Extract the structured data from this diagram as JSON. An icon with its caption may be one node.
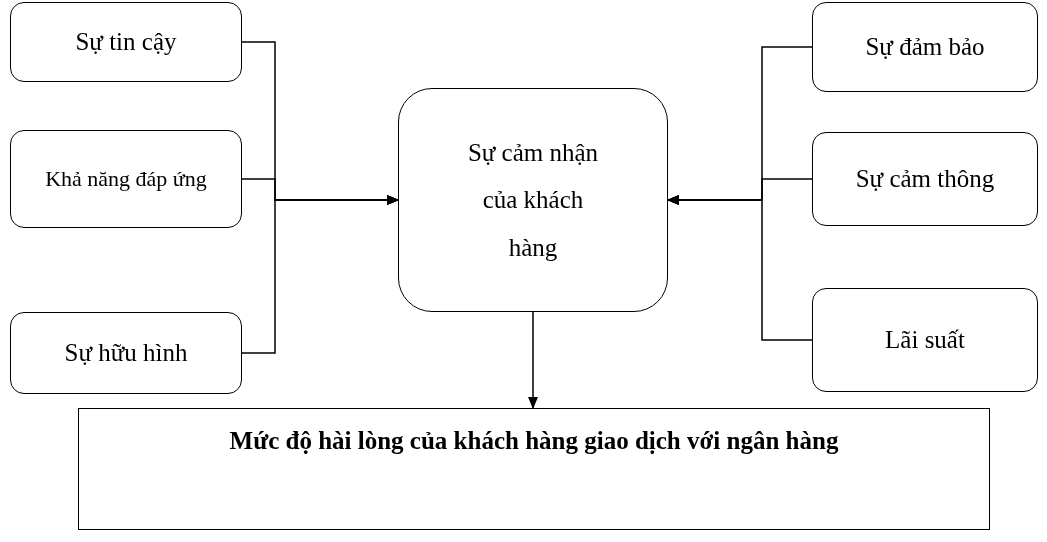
{
  "diagram": {
    "nodes": [
      {
        "text": [
          "Sự tin cậy"
        ]
      },
      {
        "text": [
          "Khả năng đáp ứng"
        ]
      },
      {
        "text": [
          "Sự hữu hình"
        ]
      },
      {
        "text": [
          "Sự cảm nhận của khách hàng"
        ]
      },
      {
        "text": [
          "Sự đảm bảo"
        ]
      },
      {
        "text": [
          "Sự cảm thông"
        ]
      },
      {
        "text": [
          "Lãi suất"
        ]
      },
      {
        "text": [
          "Mức độ hài lòng của khách hàng giao dịch với ngân hàng"
        ]
      }
    ],
    "edges": [
      {
        "from": 0,
        "to": 3,
        "arrow": "to"
      },
      {
        "from": 1,
        "to": 3,
        "arrow": "to"
      },
      {
        "from": 2,
        "to": 3,
        "arrow": "to"
      },
      {
        "from": 4,
        "to": 3,
        "arrow": "to"
      },
      {
        "from": 5,
        "to": 3,
        "arrow": "to"
      },
      {
        "from": 6,
        "to": 3,
        "arrow": "to"
      },
      {
        "from": 3,
        "to": 7,
        "arrow": "to"
      }
    ]
  }
}
